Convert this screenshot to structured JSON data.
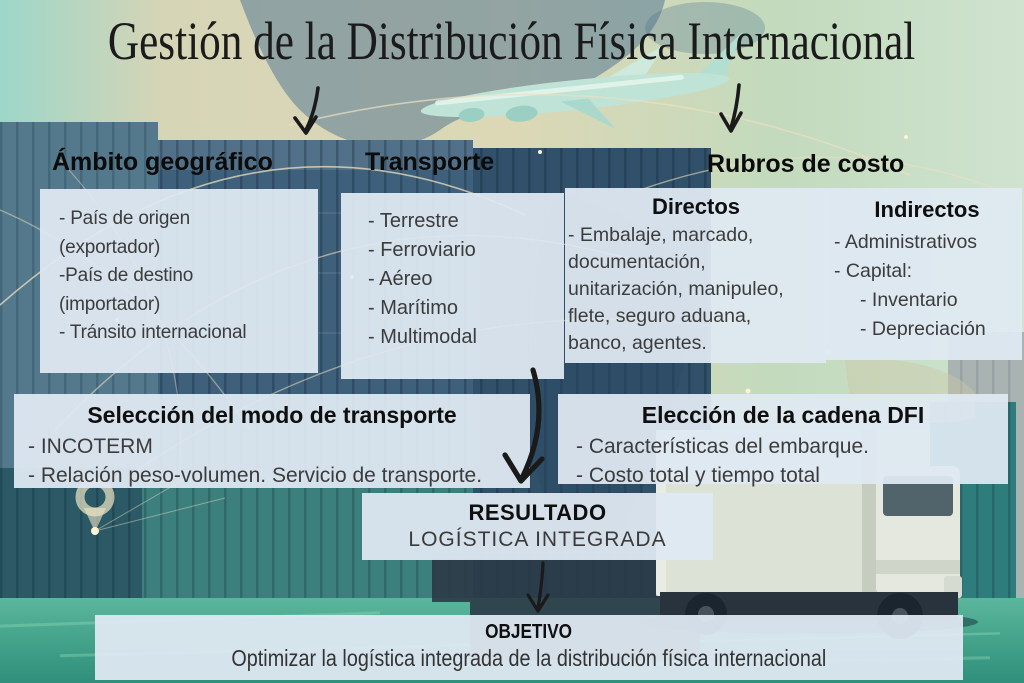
{
  "title": "Gestión de la Distribución Física Internacional",
  "columns": {
    "ambito": {
      "header": "Ámbito geográfico",
      "lines": [
        "- País de origen",
        "(exportador)",
        "-País de destino",
        "(importador)",
        "- Tránsito internacional"
      ]
    },
    "transporte": {
      "header": "Transporte",
      "lines": [
        "- Terrestre",
        "- Ferroviario",
        "- Aéreo",
        "- Marítimo",
        "- Multimodal"
      ]
    },
    "rubros": {
      "header": "Rubros de costo",
      "directos": {
        "header": "Directos",
        "lines": [
          "- Embalaje, marcado,",
          "documentación,",
          "unitarización, manipuleo,",
          "flete, seguro aduana,",
          "banco, agentes."
        ]
      },
      "indirectos": {
        "header": "Indirectos",
        "lines": [
          "- Administrativos",
          "- Capital:",
          "- Inventario",
          "- Depreciación"
        ]
      }
    },
    "seleccion": {
      "header": "Selección del modo de transporte",
      "lines": [
        "- INCOTERM",
        "- Relación peso-volumen. Servicio de transporte."
      ]
    },
    "eleccion": {
      "header": "Elección de la cadena DFI",
      "lines": [
        "- Características del embarque.",
        "- Costo total y tiempo total"
      ]
    },
    "resultado": {
      "header": "RESULTADO",
      "subtitle": "LOGÍSTICA INTEGRADA"
    },
    "objetivo": {
      "header": "OBJETIVO",
      "text": "Optimizar la logística integrada de la distribución física internacional"
    }
  },
  "icons": {
    "arrow1": "arrow-down-icon",
    "arrow2": "arrow-down-icon",
    "arrow3": "arrow-down-icon",
    "arrow4": "arrow-down-icon"
  },
  "colors": {
    "panel_bg": "#dfe9f2",
    "heading_text": "#0f0f0f",
    "body_text": "#3c3c3c",
    "arrow": "#1a1a1a",
    "sky_beige": "#d8d5b4",
    "sky_teal": "#9dd6c9",
    "container_blue": "#3f607a",
    "container_teal": "#2e7c7c",
    "ground_teal": "#3da18c",
    "network_cream": "#ecdfc0"
  }
}
